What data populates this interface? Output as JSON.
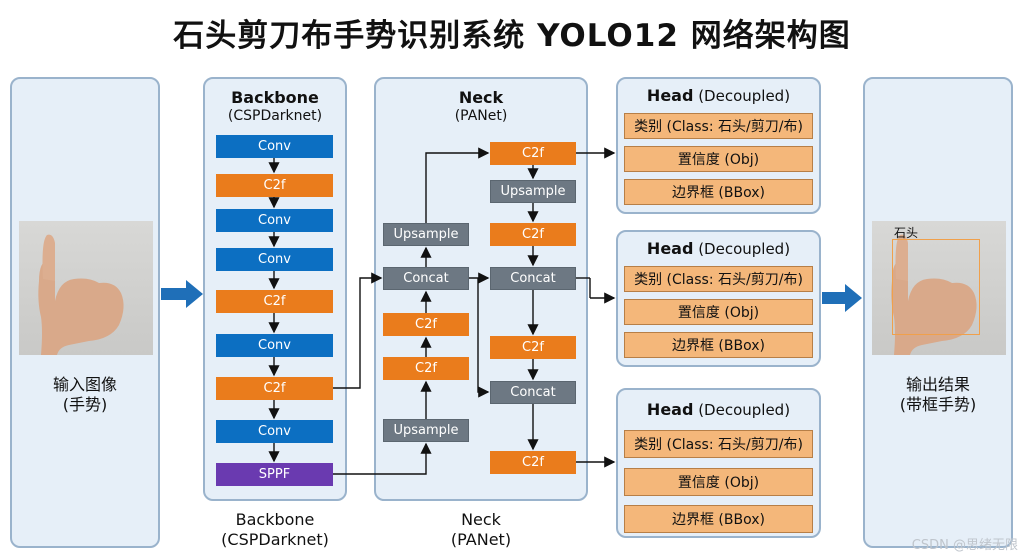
{
  "title": "石头剪刀布手势识别系统 YOLO12 网络架构图",
  "input": {
    "caption_line1": "输入图像",
    "caption_line2": "(手势)"
  },
  "output": {
    "caption_line1": "输出结果",
    "caption_line2": "(带框手势)",
    "detect_label": "石头"
  },
  "backbone": {
    "title": "Backbone",
    "subtitle": "(CSPDarknet)",
    "blocks": [
      "Conv",
      "C2f",
      "Conv",
      "Conv",
      "C2f",
      "Conv",
      "C2f",
      "Conv",
      "SPPF"
    ],
    "caption_line1": "Backbone",
    "caption_line2": "(CSPDarknet)"
  },
  "neck": {
    "title": "Neck",
    "subtitle": "(PANet)",
    "left_col": [
      "Upsample",
      "Concat",
      "C2f",
      "C2f",
      "Upsample"
    ],
    "right_col": [
      "C2f",
      "Upsample",
      "C2f",
      "Concat",
      "C2f",
      "Concat",
      "C2f"
    ],
    "caption_line1": "Neck",
    "caption_line2": "(PANet)"
  },
  "heads": [
    {
      "title": "Head",
      "subtitle": "(Decoupled)",
      "cls": "类别 (Class: 石头/剪刀/布)",
      "obj": "置信度 (Obj)",
      "box": "边界框 (BBox)"
    },
    {
      "title": "Head",
      "subtitle": "(Decoupled)",
      "cls": "类别 (Class: 石头/剪刀/布)",
      "obj": "置信度 (Obj)",
      "box": "边界框 (BBox)"
    },
    {
      "title": "Head",
      "subtitle": "(Decoupled)",
      "cls": "类别 (Class: 石头/剪刀/布)",
      "obj": "置信度 (Obj)",
      "box": "边界框 (BBox)"
    }
  ],
  "watermark": "CSDN @思绪无限",
  "colors": {
    "conv": "#0c6fc2",
    "c2f": "#ea7c1c",
    "gray": "#6d7883",
    "sppf": "#6a3ab0",
    "head_box": "#f4b77a",
    "panel": "#e6eff8"
  }
}
